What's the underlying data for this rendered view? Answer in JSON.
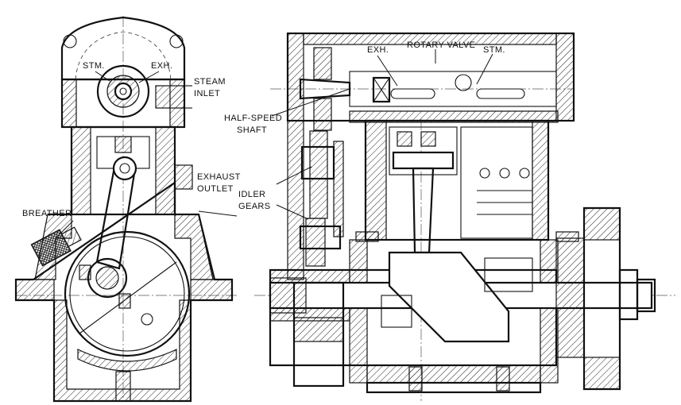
{
  "labels": {
    "stm_left": "STM.",
    "exh_left": "EXH.",
    "steam_inlet_1": "STEAM",
    "steam_inlet_2": "INLET",
    "exhaust_outlet_1": "EXHAUST",
    "exhaust_outlet_2": "OUTLET",
    "breather": "BREATHER",
    "half_speed_1": "HALF-SPEED",
    "half_speed_2": "SHAFT",
    "idler_1": "IDLER",
    "idler_2": "GEARS",
    "exh_right": "EXH.",
    "rotary_valve": "ROTARY VALVE",
    "stm_right": "STM."
  },
  "colors": {
    "ink": "#111111",
    "paper": "#ffffff"
  }
}
